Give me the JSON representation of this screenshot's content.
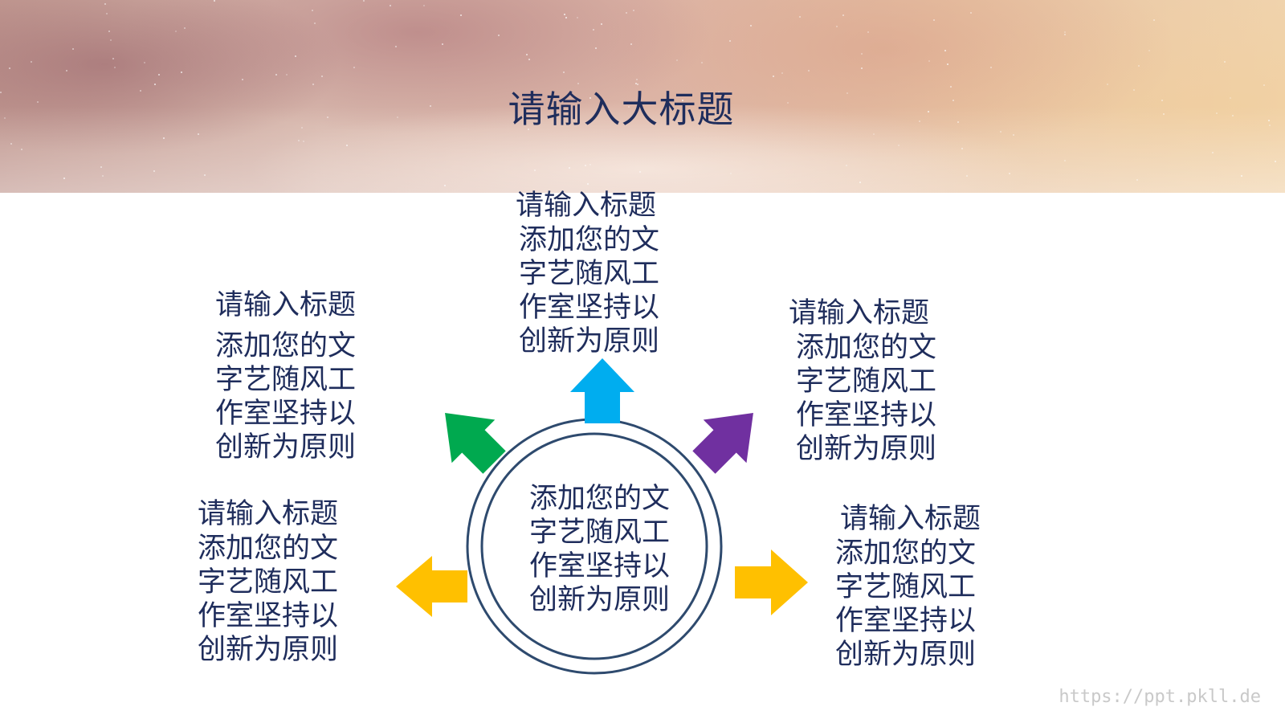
{
  "slide": {
    "title": "请输入大标题",
    "watermark": "https://ppt.pkll.de"
  },
  "center": {
    "lines": [
      "添加您的文",
      "字艺随风工",
      "作室坚持以",
      "创新为原则"
    ]
  },
  "items": [
    {
      "title": "请输入标题",
      "lines": [
        "添加您的文",
        "字艺随风工",
        "作室坚持以",
        "创新为原则"
      ],
      "arrow_color": "#00adef"
    },
    {
      "title": "请输入标题",
      "lines": [
        "添加您的文",
        "字艺随风工",
        "作室坚持以",
        "创新为原则"
      ],
      "arrow_color": "#00a94f"
    },
    {
      "title": "请输入标题",
      "lines": [
        "添加您的文",
        "字艺随风工",
        "作室坚持以",
        "创新为原则"
      ],
      "arrow_color": "#7030a0"
    },
    {
      "title": "请输入标题",
      "lines": [
        "添加您的文",
        "字艺随风工",
        "作室坚持以",
        "创新为原则"
      ],
      "arrow_color": "#ffc000"
    },
    {
      "title": "请输入标题",
      "lines": [
        "添加您的文",
        "字艺随风工",
        "作室坚持以",
        "创新为原则"
      ],
      "arrow_color": "#ffc000"
    }
  ],
  "colors": {
    "text": "#1f2d5c",
    "circle_stroke": "#2e4a6e"
  }
}
